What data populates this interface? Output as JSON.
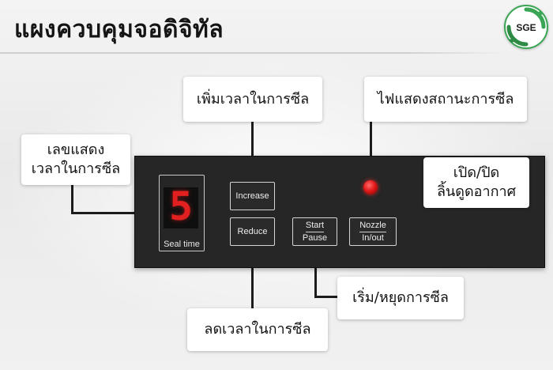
{
  "page": {
    "title": "แผงควบคุมจอดิจิทัล",
    "logo_text": "SGE",
    "accent_color": "#3aa655"
  },
  "panel": {
    "display": {
      "digit": "5",
      "label": "Seal time",
      "digit_color": "#e32020"
    },
    "buttons": {
      "increase": "Increase",
      "reduce": "Reduce",
      "start": "Start",
      "pause": "Pause",
      "nozzle": "Nozzle",
      "in_out": "In/out"
    },
    "indicator": {
      "icon": "status-led-icon",
      "color": "#e31a1a"
    }
  },
  "callouts": {
    "display_line1": "เลขแสดง",
    "display_line2": "เวลาในการซีล",
    "increase": "เพิ่มเวลาในการซีล",
    "status": "ไฟแสดงสถานะการซีล",
    "vacuum_line1": "เปิด/ปิด",
    "vacuum_line2": "ลิ้นดูดอากาศ",
    "start_pause": "เริ่ม/หยุดการซีล",
    "reduce": "ลดเวลาในการซีล"
  }
}
